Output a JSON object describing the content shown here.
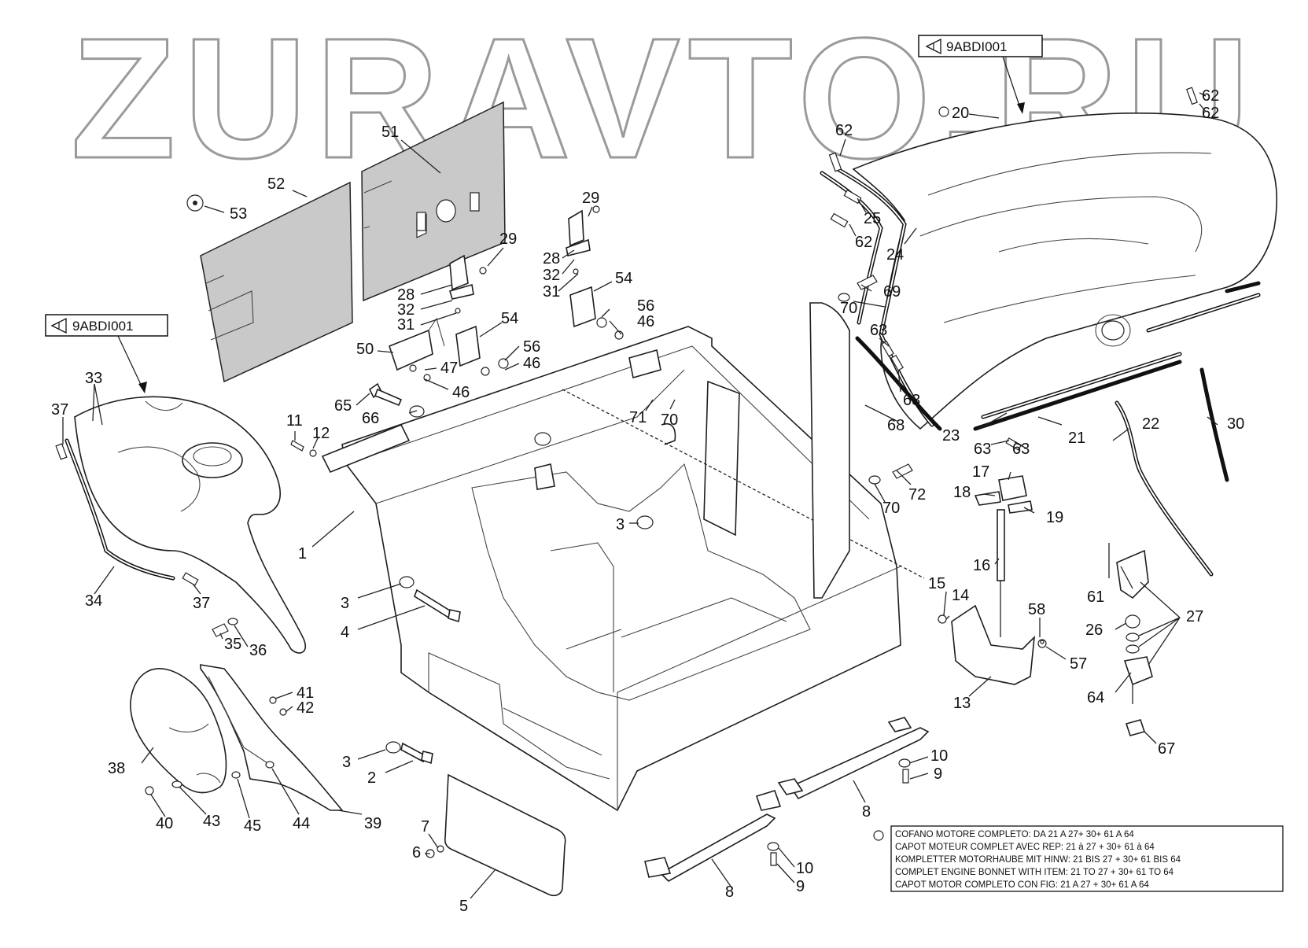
{
  "watermark": "ZURAVTO.RU",
  "reference_boxes": [
    {
      "id": "ref-top",
      "label": "9ABDI001"
    },
    {
      "id": "ref-left",
      "label": "9ABDI001"
    }
  ],
  "assembly_marker": {
    "number": "20"
  },
  "legend": {
    "lines": [
      "COFANO MOTORE COMPLETO: DA 21 A 27+ 30+ 61 A 64",
      "CAPOT MOTEUR COMPLET AVEC REP: 21 à 27 + 30+ 61 à 64",
      "KOMPLETTER MOTORHAUBE MIT HINW: 21 BIS 27 + 30+ 61 BIS 64",
      "COMPLET ENGINE BONNET WITH ITEM: 21 TO 27 + 30+ 61 TO 64",
      "CAPOT MOTOR COMPLETO CON FIG: 21 A 27 + 30+ 61 A 64"
    ]
  },
  "callouts": [
    {
      "id": "c62a",
      "label": "62"
    },
    {
      "id": "c62b",
      "label": "62"
    },
    {
      "id": "c62c",
      "label": "62"
    },
    {
      "id": "c62d",
      "label": "62"
    },
    {
      "id": "c25",
      "label": "25"
    },
    {
      "id": "c24",
      "label": "24"
    },
    {
      "id": "c69",
      "label": "69"
    },
    {
      "id": "c70a",
      "label": "70"
    },
    {
      "id": "c63a",
      "label": "63"
    },
    {
      "id": "c63b",
      "label": "63"
    },
    {
      "id": "c63c",
      "label": "63"
    },
    {
      "id": "c63d",
      "label": "63"
    },
    {
      "id": "c23",
      "label": "23"
    },
    {
      "id": "c21",
      "label": "21"
    },
    {
      "id": "c22",
      "label": "22"
    },
    {
      "id": "c30",
      "label": "30"
    },
    {
      "id": "c68",
      "label": "68"
    },
    {
      "id": "c17",
      "label": "17"
    },
    {
      "id": "c18",
      "label": "18"
    },
    {
      "id": "c19",
      "label": "19"
    },
    {
      "id": "c72",
      "label": "72"
    },
    {
      "id": "c70b",
      "label": "70"
    },
    {
      "id": "c16",
      "label": "16"
    },
    {
      "id": "c15",
      "label": "15"
    },
    {
      "id": "c14",
      "label": "14"
    },
    {
      "id": "c58",
      "label": "58"
    },
    {
      "id": "c57",
      "label": "57"
    },
    {
      "id": "c13",
      "label": "13"
    },
    {
      "id": "c61",
      "label": "61"
    },
    {
      "id": "c26",
      "label": "26"
    },
    {
      "id": "c27",
      "label": "27"
    },
    {
      "id": "c64",
      "label": "64"
    },
    {
      "id": "c67",
      "label": "67"
    },
    {
      "id": "c51",
      "label": "51"
    },
    {
      "id": "c52",
      "label": "52"
    },
    {
      "id": "c53",
      "label": "53"
    },
    {
      "id": "c29a",
      "label": "29"
    },
    {
      "id": "c28a",
      "label": "28"
    },
    {
      "id": "c32a",
      "label": "32"
    },
    {
      "id": "c31a",
      "label": "31"
    },
    {
      "id": "c29b",
      "label": "29"
    },
    {
      "id": "c28b",
      "label": "28"
    },
    {
      "id": "c32b",
      "label": "32"
    },
    {
      "id": "c31b",
      "label": "31"
    },
    {
      "id": "c54a",
      "label": "54"
    },
    {
      "id": "c56a",
      "label": "56"
    },
    {
      "id": "c46a",
      "label": "46"
    },
    {
      "id": "c54b",
      "label": "54"
    },
    {
      "id": "c56b",
      "label": "56"
    },
    {
      "id": "c46b",
      "label": "46"
    },
    {
      "id": "c50",
      "label": "50"
    },
    {
      "id": "c47",
      "label": "47"
    },
    {
      "id": "c46c",
      "label": "46"
    },
    {
      "id": "c65",
      "label": "65"
    },
    {
      "id": "c66",
      "label": "66"
    },
    {
      "id": "c71",
      "label": "71"
    },
    {
      "id": "c70c",
      "label": "70"
    },
    {
      "id": "c11",
      "label": "11"
    },
    {
      "id": "c12",
      "label": "12"
    },
    {
      "id": "c1",
      "label": "1"
    },
    {
      "id": "c3a",
      "label": "3"
    },
    {
      "id": "c3b",
      "label": "3"
    },
    {
      "id": "c4",
      "label": "4"
    },
    {
      "id": "c3c",
      "label": "3"
    },
    {
      "id": "c2",
      "label": "2"
    },
    {
      "id": "c33",
      "label": "33"
    },
    {
      "id": "c37a",
      "label": "37"
    },
    {
      "id": "c37b",
      "label": "37"
    },
    {
      "id": "c34",
      "label": "34"
    },
    {
      "id": "c35",
      "label": "35"
    },
    {
      "id": "c36",
      "label": "36"
    },
    {
      "id": "c41",
      "label": "41"
    },
    {
      "id": "c42",
      "label": "42"
    },
    {
      "id": "c38",
      "label": "38"
    },
    {
      "id": "c40",
      "label": "40"
    },
    {
      "id": "c43",
      "label": "43"
    },
    {
      "id": "c45",
      "label": "45"
    },
    {
      "id": "c44",
      "label": "44"
    },
    {
      "id": "c39",
      "label": "39"
    },
    {
      "id": "c7",
      "label": "7"
    },
    {
      "id": "c6",
      "label": "6"
    },
    {
      "id": "c5",
      "label": "5"
    },
    {
      "id": "c10a",
      "label": "10"
    },
    {
      "id": "c9a",
      "label": "9"
    },
    {
      "id": "c8a",
      "label": "8"
    },
    {
      "id": "c10b",
      "label": "10"
    },
    {
      "id": "c9b",
      "label": "9"
    },
    {
      "id": "c8b",
      "label": "8"
    }
  ]
}
